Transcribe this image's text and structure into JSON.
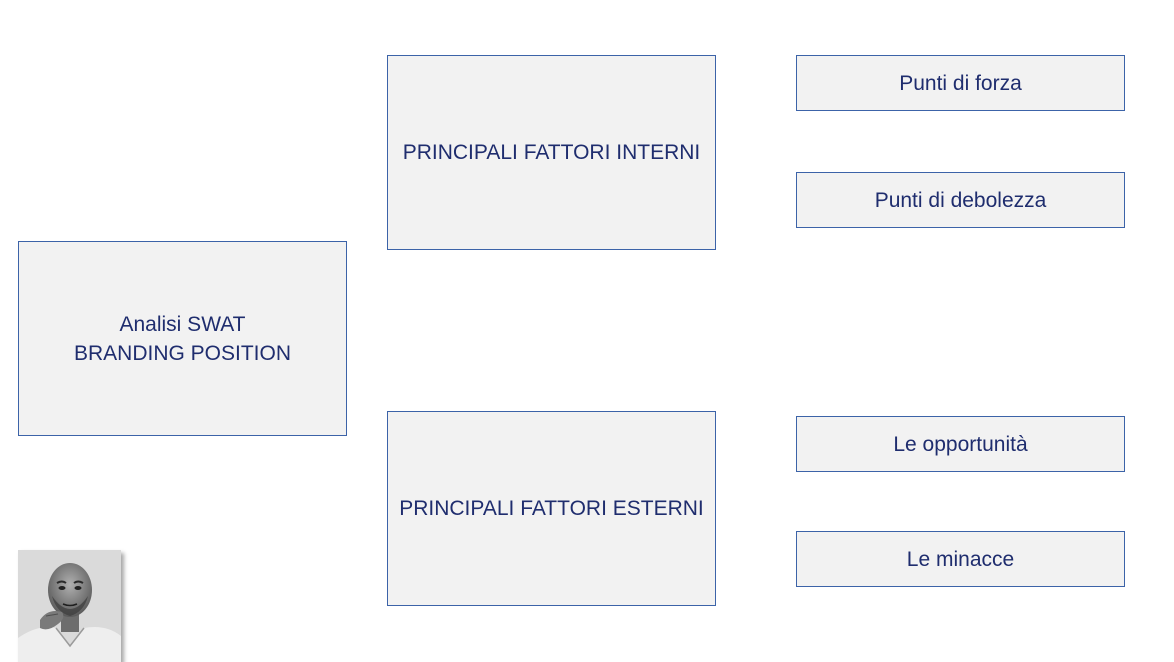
{
  "main": {
    "line1": "Analisi SWAT",
    "line2": "BRANDING POSITION"
  },
  "factors": {
    "internal": "PRINCIPALI FATTORI INTERNI",
    "external": "PRINCIPALI FATTORI ESTERNI"
  },
  "swot": {
    "strengths": "Punti di forza",
    "weaknesses": "Punti di debolezza",
    "opportunities": "Le opportunità",
    "threats": "Le minacce"
  },
  "colors": {
    "box_fill": "#f2f2f2",
    "box_border": "#3c63a8",
    "text": "#1f2d6e"
  }
}
